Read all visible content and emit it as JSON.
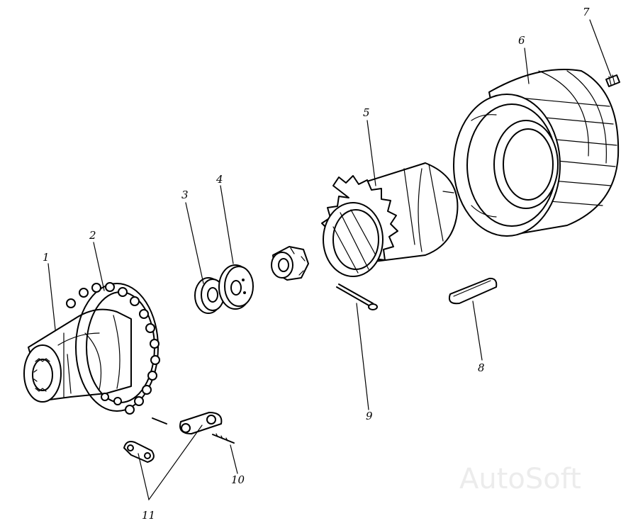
{
  "labels": {
    "l1": "1",
    "l2": "2",
    "l3": "3",
    "l4": "4",
    "l5": "5",
    "l6": "6",
    "l7": "7",
    "l8": "8",
    "l9": "9",
    "l10": "10",
    "l11": "11"
  },
  "watermark": "AutoSoft"
}
